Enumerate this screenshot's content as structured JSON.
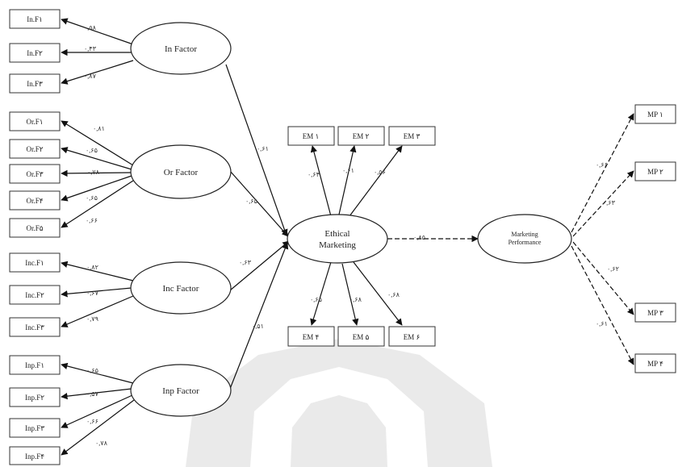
{
  "factors": {
    "in": "In Factor",
    "or": "Or Factor",
    "inc": "Inc Factor",
    "inp": "Inp Factor"
  },
  "center": {
    "line1": "Ethical",
    "line2": "Marketing"
  },
  "performance": {
    "line1": "Marketing",
    "line2": "Performance"
  },
  "in_items": [
    "In.F۱",
    "In.F۲",
    "In.F۳"
  ],
  "or_items": [
    "Or.F۱",
    "Or.F۲",
    "Or.F۳",
    "Or.F۴",
    "Or.F۵"
  ],
  "inc_items": [
    "Inc.F۱",
    "Inc.F۲",
    "Inc.F۳"
  ],
  "inp_items": [
    "Inp.F۱",
    "Inp.F۲",
    "Inp.F۳",
    "Inp.F۴"
  ],
  "em_items": [
    "EM ۱",
    "EM ۲",
    "EM ۳",
    "EM ۴",
    "EM ۵",
    "EM ۶"
  ],
  "mp_items": [
    "MP ۱",
    "MP ۲",
    "MP ۳",
    "MP ۴"
  ],
  "coefficients": {
    "in": [
      "۰,۵۸",
      "۰,۴۳",
      "۰,۸۷"
    ],
    "or": [
      "۰,۸۱",
      "۰,۶۵",
      "۰,۷۸",
      "۰,۶۵",
      "۰,۶۶"
    ],
    "inc": [
      "۰,۸۲",
      "۰,۶۷",
      "۰,۷۹"
    ],
    "inp": [
      "۰,۶۵",
      "۰,۵۷",
      "۰,۶۶",
      "۰,۷۸"
    ],
    "em": [
      "۰,۶۴",
      "۰,۶۱",
      "۰,۵۶",
      "۰,۶۵",
      "۰,۶۸",
      "۰,۶۸"
    ],
    "mp": [
      "۰,۶۶",
      "۰,۶۳",
      "۰,۶۲",
      "۰,۶۱"
    ],
    "paths": {
      "in_to_em": "۰,۶۱",
      "or_to_em": "۰,۶۵",
      "inc_to_em": "۰,۶۳",
      "inp_to_em": "۰,۵۱",
      "em_to_mp": "۰,۸۵"
    }
  }
}
